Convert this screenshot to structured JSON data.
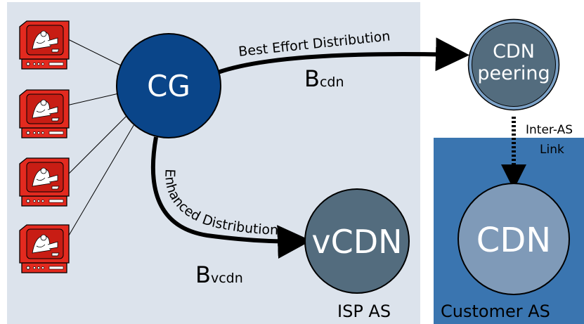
{
  "regions": {
    "isp": {
      "label": "ISP AS",
      "color": "#dce3ec"
    },
    "customer": {
      "label": "Customer AS",
      "color": "#3a75b0"
    }
  },
  "nodes": {
    "cg": {
      "label": "CG",
      "color": "#0a4589"
    },
    "cdn_peering": {
      "label_line1": "CDN",
      "label_line2": "peering",
      "color": "#536c7e"
    },
    "vcdn": {
      "label": "vCDN",
      "color": "#536c7e"
    },
    "cdn": {
      "label": "CDN",
      "color": "#7f9ab8"
    }
  },
  "edges": {
    "best_effort": {
      "label": "Best Effort Distribution",
      "bandwidth_main": "B",
      "bandwidth_sub": "cdn"
    },
    "enhanced": {
      "label": "Enhanced Distribution",
      "bandwidth_main": "B",
      "bandwidth_sub": "vcdn"
    },
    "inter_as": {
      "label_line1": "Inter-AS",
      "label_line2": "Link"
    }
  },
  "clients": {
    "count": 4,
    "icon": "tv-monitor-icon",
    "color": "#e32a1f"
  }
}
